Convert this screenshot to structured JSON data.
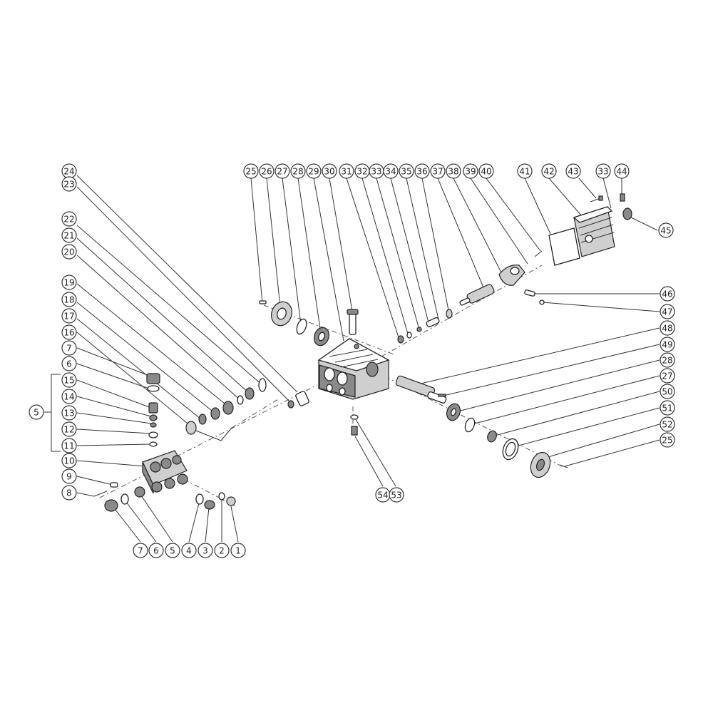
{
  "diagram": {
    "callouts": [
      {
        "id": "c25a",
        "label": "25"
      },
      {
        "id": "c26",
        "label": "26"
      },
      {
        "id": "c27a",
        "label": "27"
      },
      {
        "id": "c28a",
        "label": "28"
      },
      {
        "id": "c29",
        "label": "29"
      },
      {
        "id": "c30",
        "label": "30"
      },
      {
        "id": "c31",
        "label": "31"
      },
      {
        "id": "c32",
        "label": "32"
      },
      {
        "id": "c33a",
        "label": "33"
      },
      {
        "id": "c34",
        "label": "34"
      },
      {
        "id": "c35",
        "label": "35"
      },
      {
        "id": "c36",
        "label": "36"
      },
      {
        "id": "c37",
        "label": "37"
      },
      {
        "id": "c38",
        "label": "38"
      },
      {
        "id": "c39",
        "label": "39"
      },
      {
        "id": "c40",
        "label": "40"
      },
      {
        "id": "c41",
        "label": "41"
      },
      {
        "id": "c42",
        "label": "42"
      },
      {
        "id": "c43",
        "label": "43"
      },
      {
        "id": "c33b",
        "label": "33"
      },
      {
        "id": "c44",
        "label": "44"
      },
      {
        "id": "c45",
        "label": "45"
      },
      {
        "id": "c24",
        "label": "24"
      },
      {
        "id": "c23",
        "label": "23"
      },
      {
        "id": "c22",
        "label": "22"
      },
      {
        "id": "c21",
        "label": "21"
      },
      {
        "id": "c20",
        "label": "20"
      },
      {
        "id": "c19",
        "label": "19"
      },
      {
        "id": "c18",
        "label": "18"
      },
      {
        "id": "c17",
        "label": "17"
      },
      {
        "id": "c16",
        "label": "16"
      },
      {
        "id": "c7a",
        "label": "7"
      },
      {
        "id": "c6a",
        "label": "6"
      },
      {
        "id": "c15",
        "label": "15"
      },
      {
        "id": "c14",
        "label": "14"
      },
      {
        "id": "c13",
        "label": "13"
      },
      {
        "id": "c12",
        "label": "12"
      },
      {
        "id": "c11",
        "label": "11"
      },
      {
        "id": "c5grp",
        "label": "5"
      },
      {
        "id": "c10",
        "label": "10"
      },
      {
        "id": "c9",
        "label": "9"
      },
      {
        "id": "c8",
        "label": "8"
      },
      {
        "id": "c7b",
        "label": "7"
      },
      {
        "id": "c6b",
        "label": "6"
      },
      {
        "id": "c5b",
        "label": "5"
      },
      {
        "id": "c4",
        "label": "4"
      },
      {
        "id": "c3",
        "label": "3"
      },
      {
        "id": "c2",
        "label": "2"
      },
      {
        "id": "c1",
        "label": "1"
      },
      {
        "id": "c46",
        "label": "46"
      },
      {
        "id": "c47",
        "label": "47"
      },
      {
        "id": "c48",
        "label": "48"
      },
      {
        "id": "c49",
        "label": "49"
      },
      {
        "id": "c28b",
        "label": "28"
      },
      {
        "id": "c27b",
        "label": "27"
      },
      {
        "id": "c50",
        "label": "50"
      },
      {
        "id": "c51",
        "label": "51"
      },
      {
        "id": "c52",
        "label": "52"
      },
      {
        "id": "c25b",
        "label": "25"
      },
      {
        "id": "c54",
        "label": "54"
      },
      {
        "id": "c53",
        "label": "53"
      }
    ]
  }
}
